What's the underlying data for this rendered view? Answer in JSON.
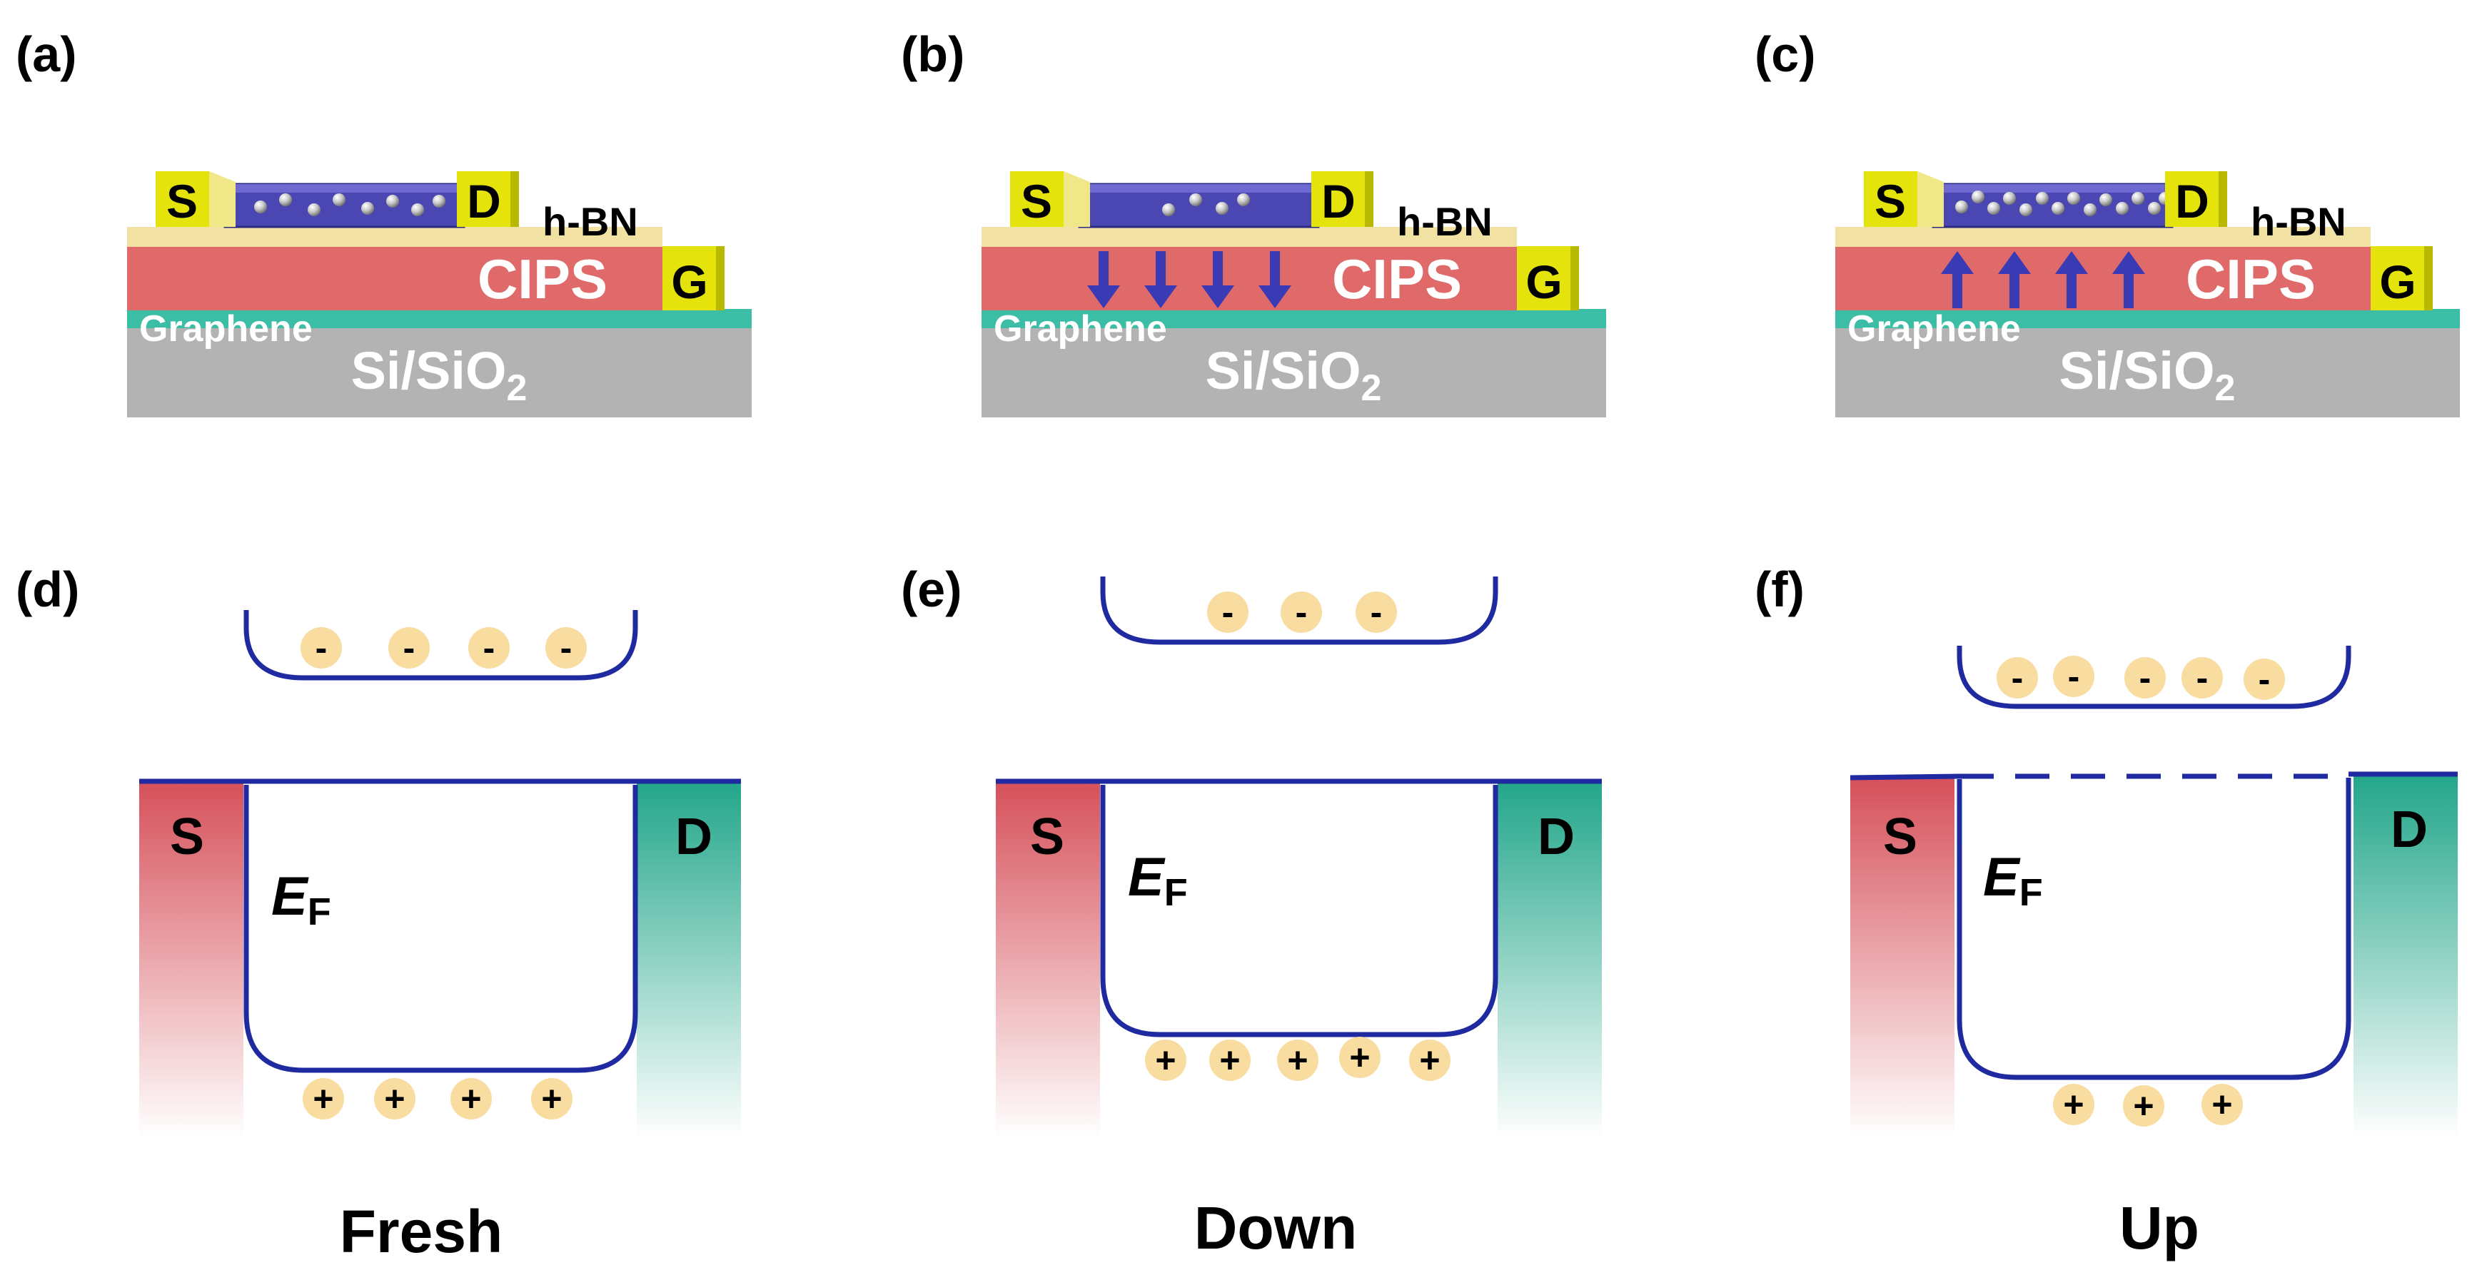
{
  "figure": {
    "panels": [
      {
        "label": "(a)",
        "layers": {
          "source": "S",
          "drain": "D",
          "gate": "G",
          "hbn": "h-BN",
          "cips": "CIPS",
          "graphene": "Graphene",
          "substrate_main": "Si/SiO",
          "substrate_sub": "2"
        },
        "polarization": "none",
        "channel_carriers": 8
      },
      {
        "label": "(b)",
        "layers": {
          "source": "S",
          "drain": "D",
          "gate": "G",
          "hbn": "h-BN",
          "cips": "CIPS",
          "graphene": "Graphene",
          "substrate_main": "Si/SiO",
          "substrate_sub": "2"
        },
        "polarization": "down",
        "channel_carriers": 4
      },
      {
        "label": "(c)",
        "layers": {
          "source": "S",
          "drain": "D",
          "gate": "G",
          "hbn": "h-BN",
          "cips": "CIPS",
          "graphene": "Graphene",
          "substrate_main": "Si/SiO",
          "substrate_sub": "2"
        },
        "polarization": "up",
        "channel_carriers": 14
      }
    ],
    "bands": [
      {
        "label": "(d)",
        "source": "S",
        "drain": "D",
        "fermi_main": "E",
        "fermi_sub": "F",
        "electron_symbol": "-",
        "hole_symbol": "+",
        "electrons": 4,
        "holes": 4,
        "state": "Fresh"
      },
      {
        "label": "(e)",
        "source": "S",
        "drain": "D",
        "fermi_main": "E",
        "fermi_sub": "F",
        "electron_symbol": "-",
        "hole_symbol": "+",
        "electrons": 3,
        "holes": 5,
        "state": "Down"
      },
      {
        "label": "(f)",
        "source": "S",
        "drain": "D",
        "fermi_main": "E",
        "fermi_sub": "F",
        "electron_symbol": "-",
        "hole_symbol": "+",
        "electrons": 5,
        "holes": 3,
        "state": "Up"
      }
    ],
    "colors": {
      "gold": "#e4e40c",
      "gold_dark": "#b8b800",
      "hbn": "#f1e2a4",
      "channel": "#4a46b2",
      "cips": "#e06a6a",
      "graphene": "#3cbea6",
      "substrate": "#b3b3b3",
      "arrow": "#3a3ab4",
      "band_line": "#1f2aa0",
      "source_grad": "#d6505a",
      "drain_grad": "#22a68a",
      "carrier": "#f8dca0"
    }
  }
}
